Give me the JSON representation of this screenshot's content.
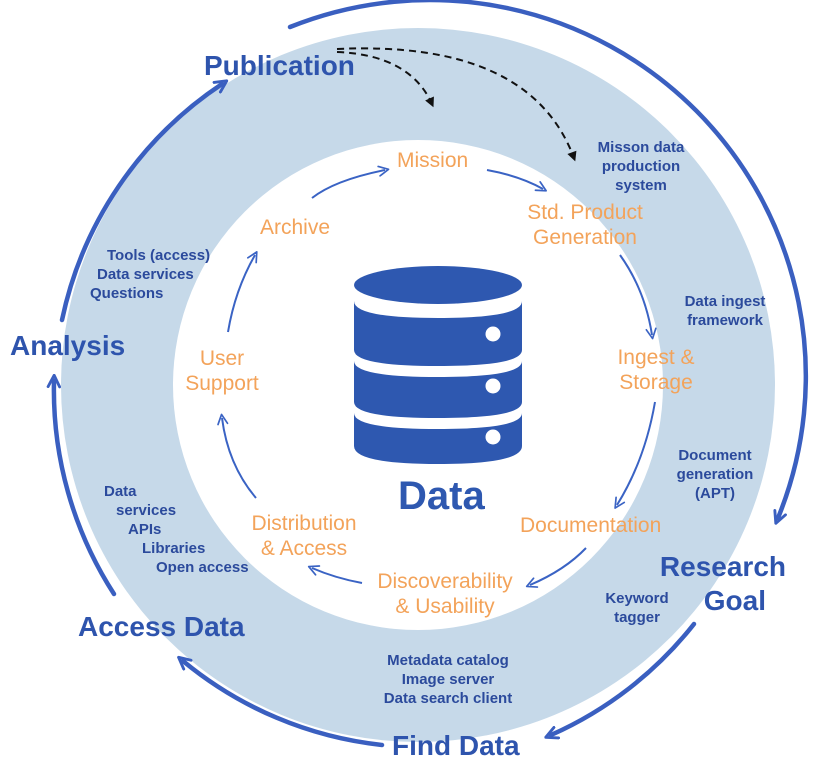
{
  "center": {
    "label": "Data"
  },
  "outer_cycle": {
    "publication": "Publication",
    "research_goal": [
      "Research",
      "Goal"
    ],
    "find_data": "Find Data",
    "access_data": "Access Data",
    "analysis": "Analysis"
  },
  "inner_cycle": {
    "mission": "Mission",
    "std_product": [
      "Std. Product",
      "Generation"
    ],
    "ingest": [
      "Ingest &",
      "Storage"
    ],
    "documentation": "Documentation",
    "discoverability": [
      "Discoverability",
      "& Usability"
    ],
    "distribution": [
      "Distribution",
      "& Access"
    ],
    "user_support": [
      "User",
      "Support"
    ],
    "archive": "Archive"
  },
  "tools": {
    "mission_system": [
      "Misson data",
      "production",
      "system"
    ],
    "ingest_framework": [
      "Data ingest",
      "framework"
    ],
    "doc_generation": [
      "Document",
      "generation",
      "(APT)"
    ],
    "keyword_tagger": [
      "Keyword",
      "tagger"
    ],
    "search_tools": [
      "Metadata catalog",
      "Image server",
      "Data search client"
    ],
    "access_tools": [
      "Data",
      "services",
      "APIs",
      "Libraries",
      "Open access"
    ],
    "analysis_tools": [
      "Tools (access)",
      "Data services",
      "Questions"
    ]
  },
  "colors": {
    "ring": "#c6d9e9",
    "dark_blue": "#2e54ad",
    "orange": "#f3a35a",
    "arrow": "#3a63c4"
  }
}
